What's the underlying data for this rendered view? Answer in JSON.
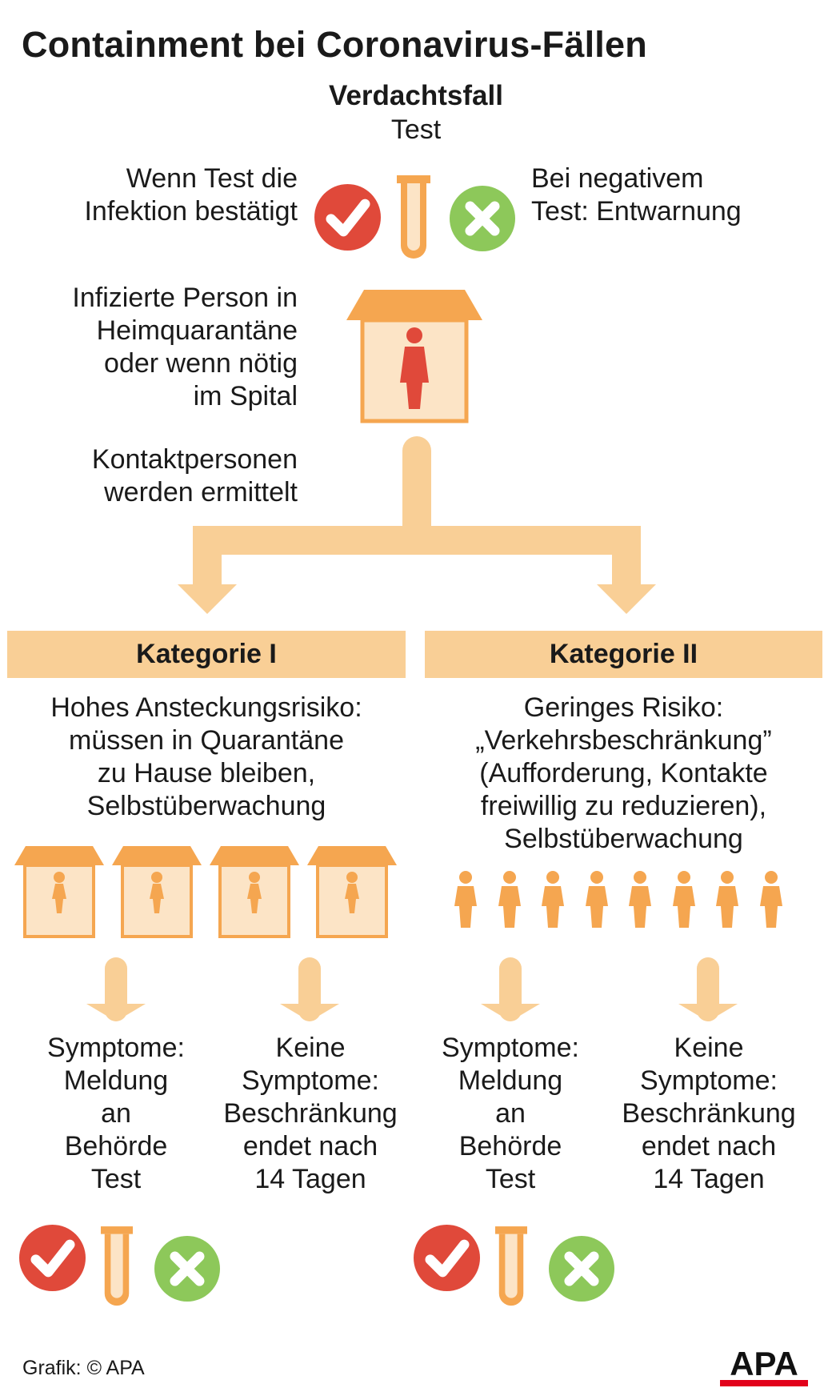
{
  "title": "Containment bei Coronavirus-Fällen",
  "suspect_heading": "Verdachtsfall",
  "test_label": "Test",
  "positive_text": "Wenn Test die\nInfektion bestätigt",
  "negative_text": "Bei negativem\nTest: Entwarnung",
  "quarantine_text": "Infizierte Person in\nHeimquarantäne\noder wenn nötig\nim Spital",
  "contacts_text": "Kontaktpersonen\nwerden ermittelt",
  "categories": [
    {
      "label": "Kategorie I",
      "description": "Hohes Ansteckungsrisiko:\nmüssen in Quarantäne\nzu Hause bleiben,\nSelbstüberwachung",
      "outcomes": [
        "Symptome:\nMeldung\nan\nBehörde\nTest",
        "Keine\nSymptome:\nBeschränkung\nendet nach\n14 Tagen"
      ]
    },
    {
      "label": "Kategorie II",
      "description": "Geringes Risiko:\n„Verkehrsbeschränkung”\n(Aufforderung, Kontakte\nfreiwillig zu reduzieren),\nSelbstüberwachung",
      "outcomes": [
        "Symptome:\nMeldung\nan\nBehörde\nTest",
        "Keine\nSymptome:\nBeschränkung\nendet nach\n14 Tagen"
      ]
    }
  ],
  "credit": "Grafik: © APA",
  "logo": "APA",
  "icons": {
    "positive": "check-circle-icon",
    "negative": "x-circle-icon",
    "test": "test-tube-icon",
    "house": "house-icon",
    "person": "person-icon"
  },
  "colors": {
    "positive": "#e0493a",
    "negative": "#8dc85a",
    "tube": "#f5a650",
    "light_orange": "#f9cf96",
    "house_fill": "#fce4c6",
    "person_red": "#e0493a",
    "person_orange": "#f5a650",
    "logo_red": "#e2001a"
  }
}
